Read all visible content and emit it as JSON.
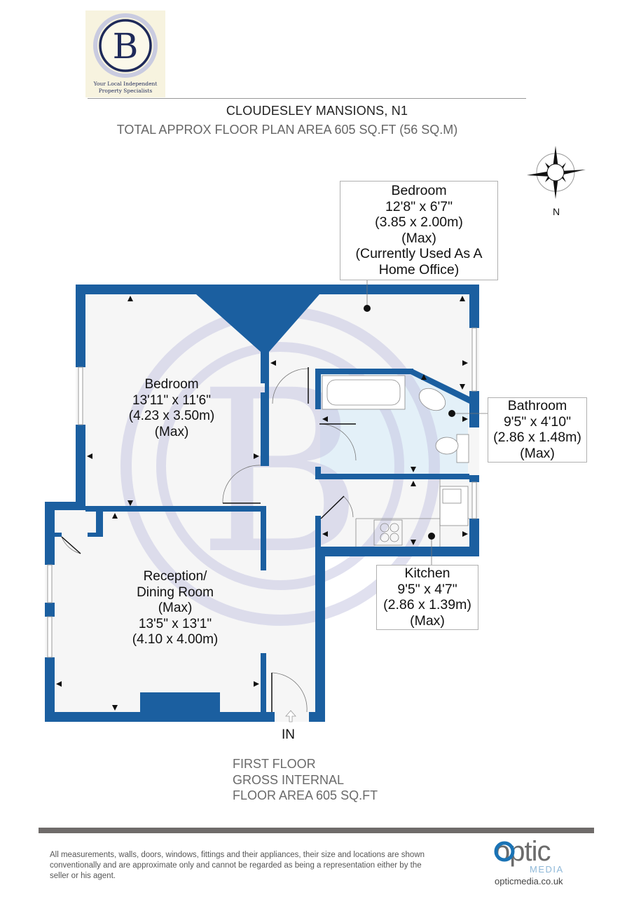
{
  "logo": {
    "letter": "B",
    "tagline_line1": "Your Local Independent",
    "tagline_line2": "Property Specialists"
  },
  "header": {
    "title": "CLOUDESLEY MANSIONS, N1",
    "subtitle": "TOTAL APPROX FLOOR PLAN AREA 605 SQ.FT (56 SQ.M)"
  },
  "compass": {
    "north_label": "N"
  },
  "rooms": {
    "bedroom_office": {
      "name": "Bedroom",
      "imperial": "12'8\" x 6'7\"",
      "metric": "(3.85 x 2.00m)",
      "note": "(Max)",
      "extra_line1": "(Currently Used As A",
      "extra_line2": "Home Office)"
    },
    "bedroom_main": {
      "name": "Bedroom",
      "imperial": "13'11\" x 11'6\"",
      "metric": "(4.23 x 3.50m)",
      "note": "(Max)"
    },
    "bathroom": {
      "name": "Bathroom",
      "imperial": "9'5\" x 4'10\"",
      "metric": "(2.86 x 1.48m)",
      "note": "(Max)"
    },
    "kitchen": {
      "name": "Kitchen",
      "imperial": "9'5\" x 4'7\"",
      "metric": "(2.86 x 1.39m)",
      "note": "(Max)"
    },
    "reception": {
      "name_line1": "Reception/",
      "name_line2": "Dining Room",
      "note": "(Max)",
      "imperial": "13'5\" x 13'1\"",
      "metric": "(4.10 x 4.00m)"
    }
  },
  "entrance": {
    "label": "IN"
  },
  "floor_info": {
    "line1": "FIRST FLOOR",
    "line2": "GROSS INTERNAL",
    "line3": "FLOOR AREA 605 SQ.FT"
  },
  "footer": {
    "disclaimer": "All measurements, walls, doors, windows, fittings and their appliances, their size and locations are shown conventionally and are approximate only and cannot be regarded as being a representation either by the seller or his agent.",
    "brand_optic": "optic",
    "brand_media": "MEDIA",
    "brand_url": "opticmedia.co.uk"
  },
  "colors": {
    "wall": "#1b5fa0",
    "bathroom_fill": "#e3f0f8",
    "floor_fill": "#f6f6f6",
    "logo_navy": "#1f2a5a",
    "footer_bar": "#6f6b6a",
    "optic_blue": "#1a73b5"
  }
}
